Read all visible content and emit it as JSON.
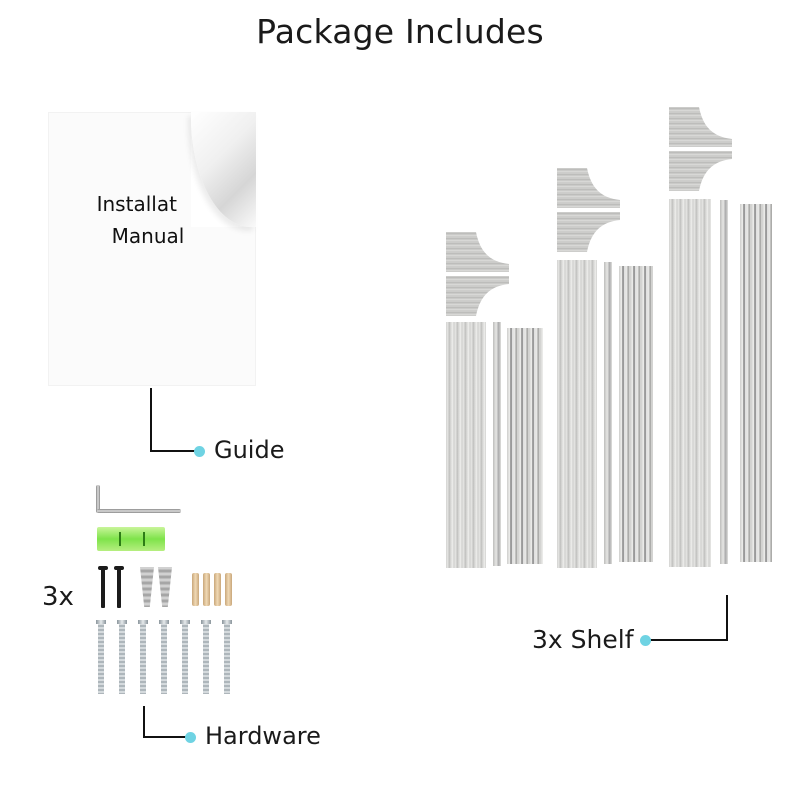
{
  "title": "Package Includes",
  "manual": {
    "line1": "Installat",
    "line2": "Manual"
  },
  "callouts": {
    "guide": "Guide",
    "hardware": "Hardware",
    "shelf": "3x Shelf",
    "hardware_qty": "3x"
  },
  "colors": {
    "callout_dot": "#6fd3e3",
    "line": "#111111",
    "level_green": "#7ee34a"
  },
  "hardware_items": {
    "allen_key": 1,
    "bubble_level": 1,
    "black_screws": 2,
    "drywall_anchors": 2,
    "wood_dowels": 4,
    "long_screws": 7
  },
  "shelves": [
    {
      "name": "small-shelf"
    },
    {
      "name": "medium-shelf"
    },
    {
      "name": "large-shelf"
    }
  ]
}
